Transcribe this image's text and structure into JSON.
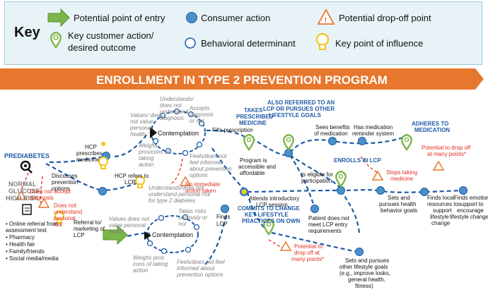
{
  "key": {
    "title": "Key",
    "entry": "Potential point of entry",
    "consumer": "Consumer action",
    "dropoff": "Potential drop-off point",
    "outcome_l1": "Key customer action/",
    "outcome_l2": "desired outcome",
    "behavioral": "Behavioral determinant",
    "influence": "Key point of influence"
  },
  "banner": "ENROLLMENT IN TYPE 2 PREVENTION PROGRAM",
  "colors": {
    "blue": "#1f5aa6",
    "circle_fill": "#4a90c8",
    "green": "#7ab648",
    "red": "#e0301e",
    "yellow": "#f5c518",
    "orange": "#e8772e",
    "gray": "#7f7f7f"
  },
  "labels": {
    "prediabetes": "PREDIABETES",
    "normal1": "NORMAL",
    "normal2": "GLUCOSE;",
    "normal3": "HIGH RISK",
    "hcp_prescribes1": "HCP",
    "hcp_prescribes2": "prescribes",
    "hcp_prescribes3": "medicine",
    "hcp_refers1": "HCP refers to",
    "hcp_refers2": "LCP",
    "discusses1": "Discusses",
    "discusses2": "prevention",
    "discusses3": "options",
    "not_accept1": "Does not accept",
    "not_accept2": "diagnosis",
    "not_understand1": "Does not",
    "not_understand2": "understand",
    "not_understand3": "personal",
    "not_understand4": "risk",
    "ref_list1": "• Online referral from",
    "ref_list2": "  assessment test",
    "ref_list3": "• Pharmacy",
    "ref_list4": "• Health fair",
    "ref_list5": "• Family/friends",
    "ref_list6": "• Social media/media",
    "referral1": "Referral to/",
    "referral2": "marketing of",
    "referral3": "LCP",
    "contemplation_top": "Contemplation",
    "contemplation_bottom": "Contemplation",
    "ut1": "Understands/",
    "ut2": "does not",
    "ut3": "understand",
    "ut4": "diagnosis",
    "vt1": "Values/ does",
    "vt2": "not value",
    "vt3": "personal",
    "vt4": "health",
    "at1": "Accepts",
    "at2": "diagnosis",
    "at3": "or not",
    "wt1": "Weighs",
    "wt2": "pros/cons of",
    "wt3": "taking",
    "wt4": "action",
    "ft1": "Feels/does not",
    "ft2": "feel informed",
    "ft3": "about prevention",
    "ft4": "options",
    "no_action1": "No immediate",
    "no_action2": "action taken",
    "ub1": "Understands/does not",
    "ub2": "understand personal risk",
    "ub3": "for type 2 diabetes",
    "vb1": "Values does not",
    "vb2": "value personal",
    "vb3": "health",
    "tb1": "Takes risks",
    "tb2": "seriously or",
    "tb3": "not",
    "wb1": "Weighs pros",
    "wb2": "cons of taking",
    "wb3": "action",
    "fb1": "Feels/does not feel",
    "fb2": "informed about",
    "fb3": "prevention options",
    "finds_lcp1": "Finds",
    "finds_lcp2": "LCP",
    "fills": "Fills prescription",
    "takes1": "TAKES",
    "takes2": "PRESCRIBED",
    "takes3": "MEDICINE",
    "also1": "ALSO REFERRED TO AN",
    "also2": "LCP OR PURSUES OTHER",
    "also3": "LIFESTYLE GOALS",
    "program1": "Program is",
    "program2": "accessible and",
    "program3": "affordable",
    "sees1": "Sees benefits",
    "sees2": "of medication",
    "has1": "Has medication",
    "has2": "reminder system",
    "adheres1": "ADHERES TO",
    "adheres2": "MEDICATION",
    "drop_many1": "Potential to drop off",
    "drop_many2": "at many points*",
    "enrolls": "ENROLLS IN LCP",
    "stops1": "Stops taking",
    "stops2": "medicine",
    "eligible1": "Is eligible for",
    "eligible2": "participation",
    "attends1": "Attends introductory",
    "attends2": "LCP session",
    "not_meet1": "Patient does not",
    "not_meet2": "meet LCP entry",
    "not_meet3": "requirements",
    "sets_health1": "Sets and",
    "sets_health2": "pursues health",
    "sets_health3": "behavior goals",
    "finds_local1": "Finds local",
    "finds_local2": "resources to",
    "finds_local3": "support",
    "finds_local4": "lifestyle",
    "finds_local5": "change",
    "finds_emo1": "Finds emotional",
    "finds_emo2": "support to",
    "finds_emo3": "encourage",
    "finds_emo4": "lifestyle change",
    "commits1": "COMMITS TO CHANGE",
    "commits2": "KEY LIFESTYLE",
    "commits3": "PRACTICES ON OWN",
    "pot_b1": "Potential to",
    "pot_b2": "drop off at",
    "pot_b3": "many points*",
    "other1": "Sets and pursues",
    "other2": "other lifestyle goals",
    "other3": "(e.g., improve looks,",
    "other4": "general health,",
    "other5": "fitness)"
  }
}
